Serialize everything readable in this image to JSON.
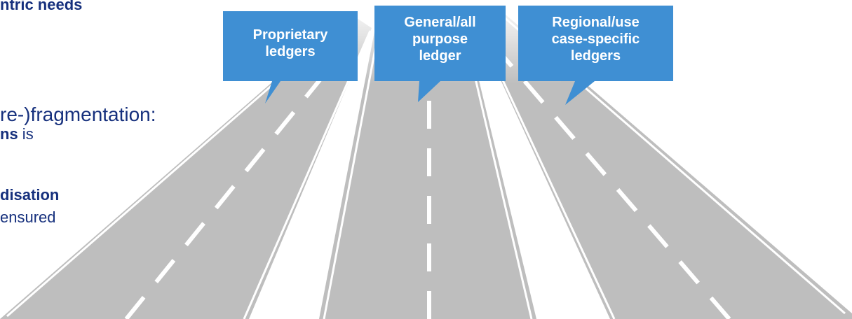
{
  "colors": {
    "navy": "#16307d",
    "accent_blue": "#3f8fd3",
    "road_gray": "#bebebe",
    "lane_white": "#ffffff"
  },
  "text_fragments": {
    "line1": "ntric needs",
    "line2": "re-)fragmentation:",
    "line3_bold": "ns",
    "line3_rest": " is",
    "line4": "disation",
    "line5": "ensured"
  },
  "callouts": {
    "proprietary": [
      "Proprietary",
      "ledgers"
    ],
    "general": [
      "General/all",
      "purpose",
      "ledger"
    ],
    "regional": [
      "Regional/use",
      "case-specific",
      "ledgers"
    ]
  }
}
